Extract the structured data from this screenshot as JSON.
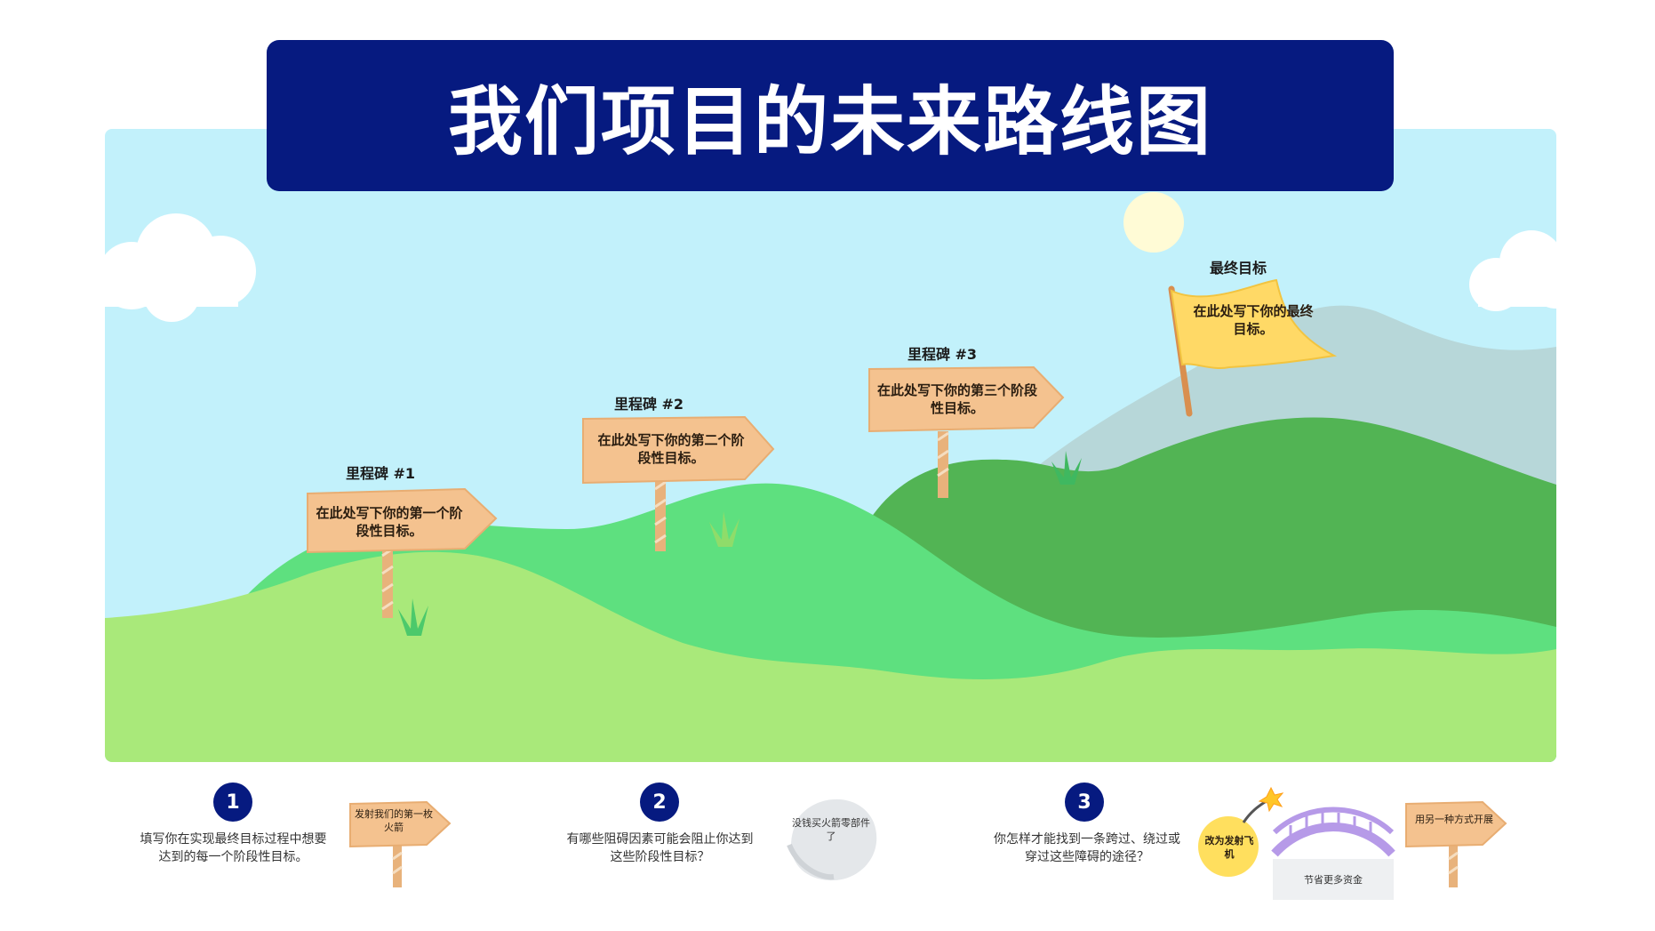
{
  "title": "我们项目的未来路线图",
  "milestones": [
    {
      "label": "里程碑 #1",
      "text": "在此处写下你的第一个阶段性目标。"
    },
    {
      "label": "里程碑 #2",
      "text": "在此处写下你的第二个阶段性目标。"
    },
    {
      "label": "里程碑 #3",
      "text": "在此处写下你的第三个阶段性目标。"
    }
  ],
  "final_goal": {
    "label": "最终目标",
    "text": "在此处写下你的最终目标。"
  },
  "steps": [
    {
      "number": "1",
      "text": "填写你在实现最终目标过程中想要达到的每一个阶段性目标。",
      "example_sign": "发射我们的第一枚火箭"
    },
    {
      "number": "2",
      "text": "有哪些阻碍因素可能会阻止你达到这些阶段性目标？",
      "example_rock": "没钱买火箭零部件了"
    },
    {
      "number": "3",
      "text": "你怎样才能找到一条跨过、绕过或穿过这些障碍的途径？",
      "example_bomb": "改为发射飞机",
      "example_bridge": "节省更多资金",
      "example_sign": "用另一种方式开展"
    }
  ],
  "colors": {
    "title_bg": "#061a80",
    "sky": "#c2f1fb",
    "hill_light": "#a9e97a",
    "hill_mid": "#5ee07f",
    "hill_dark": "#52b454",
    "mountain": "#b7d7d9",
    "sign": "#f4c28f",
    "flag": "#ffd966"
  }
}
